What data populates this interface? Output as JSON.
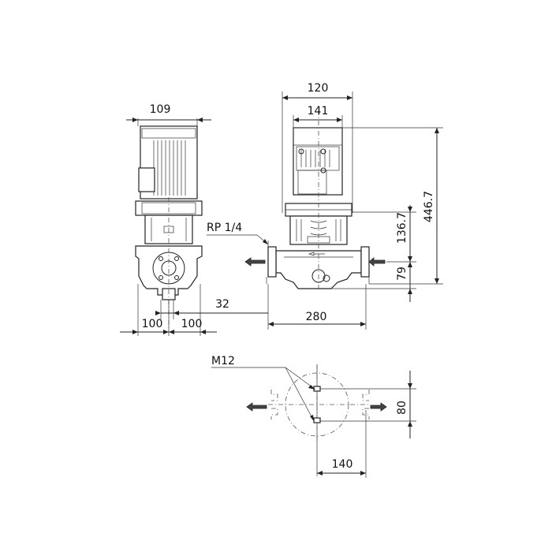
{
  "drawing": {
    "dimensions": {
      "side_motor_width": "109",
      "front_flange_width": "120",
      "front_motor_width": "141",
      "total_height": "446.7",
      "upper_height": "136.7",
      "port_height": "79",
      "side_left_offset": "100",
      "side_right_offset": "100",
      "base_offset": "32",
      "port_to_port": "280",
      "bolt_spacing": "80",
      "bolt_center_width": "140"
    },
    "labels": {
      "vent_thread": "RP 1/4",
      "bolt_thread": "M12"
    }
  }
}
